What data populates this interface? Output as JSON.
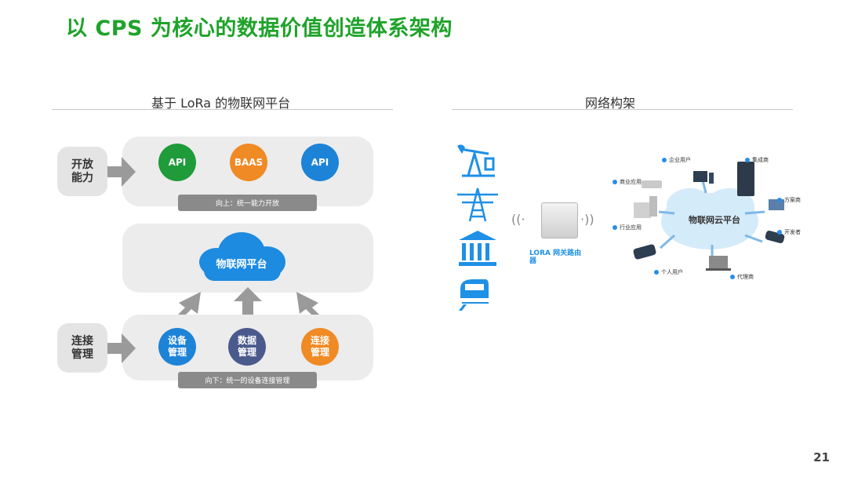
{
  "header": {
    "title": "以 CPS 为核心的数据价值创造体系架构"
  },
  "left": {
    "section_title": "基于 LoRa 的物联网平台",
    "top_label": "开放\n能力",
    "bottom_label": "连接\n管理",
    "top_circles": [
      {
        "label": "API",
        "color": "#1f9b3a"
      },
      {
        "label": "BAAS",
        "color": "#f08a24"
      },
      {
        "label": "API",
        "color": "#1d83d6"
      }
    ],
    "top_bar": "向上：统一能力开放",
    "cloud_label": "物联网平台",
    "bottom_circles": [
      {
        "label": "设备管理",
        "color": "#1d83d6"
      },
      {
        "label": "数据管理",
        "color": "#4a5a8c"
      },
      {
        "label": "连接管理",
        "color": "#f08a24"
      }
    ],
    "bottom_bar": "向下：统一的设备连接管理"
  },
  "right": {
    "section_title": "网络构架",
    "gateway_label": "LORA 网关路由器",
    "cloud_label": "物联网云平台",
    "nodes": {
      "enterprise_user": "企业用户",
      "integrator": "集成商",
      "commercial_app": "商业应用",
      "solution_provider": "方案商",
      "industry_app": "行业应用",
      "developer": "开发者",
      "individual_user": "个人用户",
      "agent": "代理商"
    }
  },
  "footer": {
    "page_number": "21"
  },
  "colors": {
    "title_green": "#1fa32a",
    "accent_blue": "#2a8de6",
    "arrow_gray": "#9a9a9a"
  }
}
